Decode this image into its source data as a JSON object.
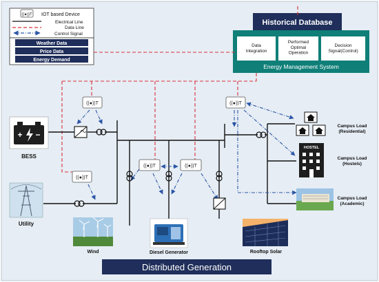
{
  "legend": {
    "iot": "IOT based Device",
    "electrical": "Electrical Line",
    "data": "Data Line",
    "control": "Control Signal"
  },
  "inputs": [
    "Weather Data",
    "Price Data",
    "Energy Demand"
  ],
  "ems": {
    "title": "Historical Database",
    "boxes": [
      "Data|Integration",
      "Performed|Optimal|Operation",
      "Decision|Signal(Control)"
    ],
    "label": "Energy Management System"
  },
  "iot_glyph": "((●))T",
  "sources": {
    "bess": "BESS",
    "utility": "Utility",
    "wind": "Wind",
    "diesel": "Diesel Generator",
    "solar": "Rooftop Solar"
  },
  "loads": {
    "residential": "Campus Load|(Residential)",
    "hostels": "Campus Load|(Hostels)",
    "academic": "Campus Load|(Academic)",
    "hostel_sign": "HOSTEL"
  },
  "footer": "Distributed Generation",
  "colors": {
    "navy": "#1f2e5a",
    "teal": "#0f7f78",
    "red": "#d9303a",
    "blue": "#2c56a6",
    "background": "#e6edf4",
    "black": "#111111"
  }
}
